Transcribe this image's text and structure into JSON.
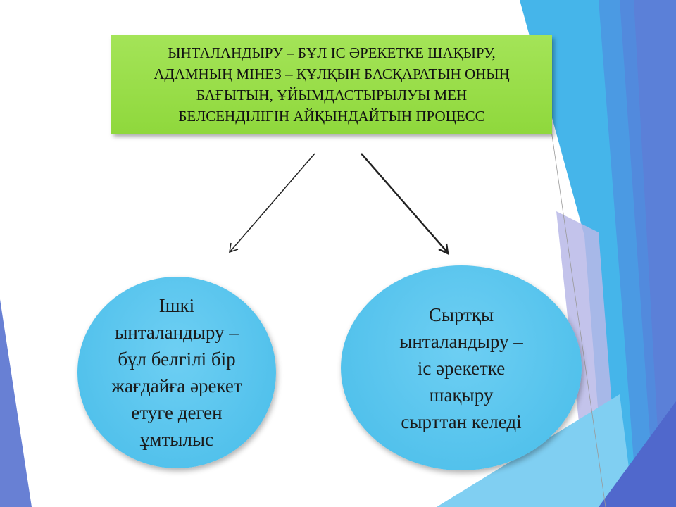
{
  "title": {
    "text": "ЫНТАЛАНДЫРУ – БҰЛ ІС ӘРЕКЕТКЕ ШАҚЫРУ,\nАДАМНЫҢ МІНЕЗ – ҚҰЛҚЫН БАСҚАРАТЫН ОНЫҢ\nБАҒЫТЫН, ҰЙЫМДАСТЫРЫЛУЫ МЕН\nБЕЛСЕНДІЛІГІН АЙҚЫНДАЙТЫН ПРОЦЕСС"
  },
  "left_node": {
    "text": "Ішкі\nынталандыру –\nбұл белгілі бір\nжағдайға әрекет\nетуге деген\nұмтылыс"
  },
  "right_node": {
    "text": "Сыртқы\nынталандыру –\nіс әрекетке\nшақыру\nсырттан келеді"
  },
  "colors": {
    "title_bg": "#9be04c",
    "node_bg": "#55c3ee",
    "accent_blue": "#4a7fd8"
  }
}
